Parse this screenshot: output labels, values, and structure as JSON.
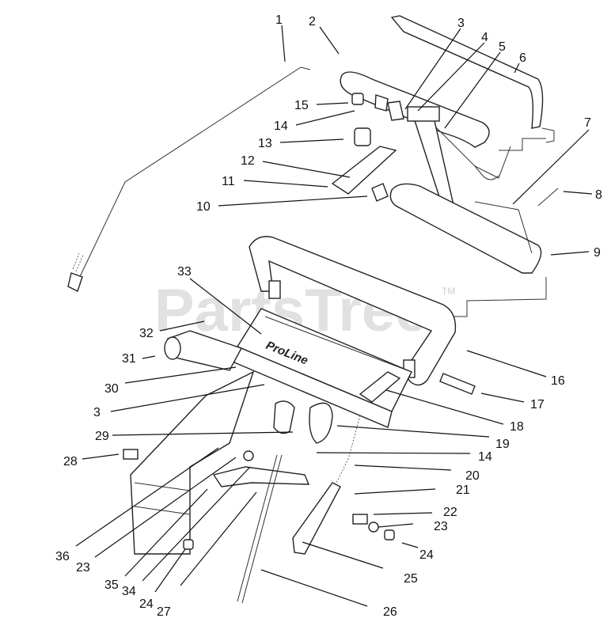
{
  "watermark": {
    "text": "PartsTree",
    "trademark": "TM"
  },
  "brand_label": "ProLine",
  "callouts": [
    {
      "id": "c1",
      "label": "1"
    },
    {
      "id": "c2",
      "label": "2"
    },
    {
      "id": "c3a",
      "label": "3"
    },
    {
      "id": "c4",
      "label": "4"
    },
    {
      "id": "c5",
      "label": "5"
    },
    {
      "id": "c6",
      "label": "6"
    },
    {
      "id": "c7",
      "label": "7"
    },
    {
      "id": "c8",
      "label": "8"
    },
    {
      "id": "c9",
      "label": "9"
    },
    {
      "id": "c10",
      "label": "10"
    },
    {
      "id": "c11",
      "label": "11"
    },
    {
      "id": "c12",
      "label": "12"
    },
    {
      "id": "c13",
      "label": "13"
    },
    {
      "id": "c14a",
      "label": "14"
    },
    {
      "id": "c15",
      "label": "15"
    },
    {
      "id": "c16",
      "label": "16"
    },
    {
      "id": "c17",
      "label": "17"
    },
    {
      "id": "c18",
      "label": "18"
    },
    {
      "id": "c19",
      "label": "19"
    },
    {
      "id": "c14b",
      "label": "14"
    },
    {
      "id": "c20",
      "label": "20"
    },
    {
      "id": "c21",
      "label": "21"
    },
    {
      "id": "c22",
      "label": "22"
    },
    {
      "id": "c23a",
      "label": "23"
    },
    {
      "id": "c24a",
      "label": "24"
    },
    {
      "id": "c25",
      "label": "25"
    },
    {
      "id": "c26",
      "label": "26"
    },
    {
      "id": "c27",
      "label": "27"
    },
    {
      "id": "c24b",
      "label": "24"
    },
    {
      "id": "c34",
      "label": "34"
    },
    {
      "id": "c35",
      "label": "35"
    },
    {
      "id": "c23b",
      "label": "23"
    },
    {
      "id": "c36",
      "label": "36"
    },
    {
      "id": "c28",
      "label": "28"
    },
    {
      "id": "c29",
      "label": "29"
    },
    {
      "id": "c3b",
      "label": "3"
    },
    {
      "id": "c30",
      "label": "30"
    },
    {
      "id": "c31",
      "label": "31"
    },
    {
      "id": "c32",
      "label": "32"
    },
    {
      "id": "c33",
      "label": "33"
    }
  ]
}
